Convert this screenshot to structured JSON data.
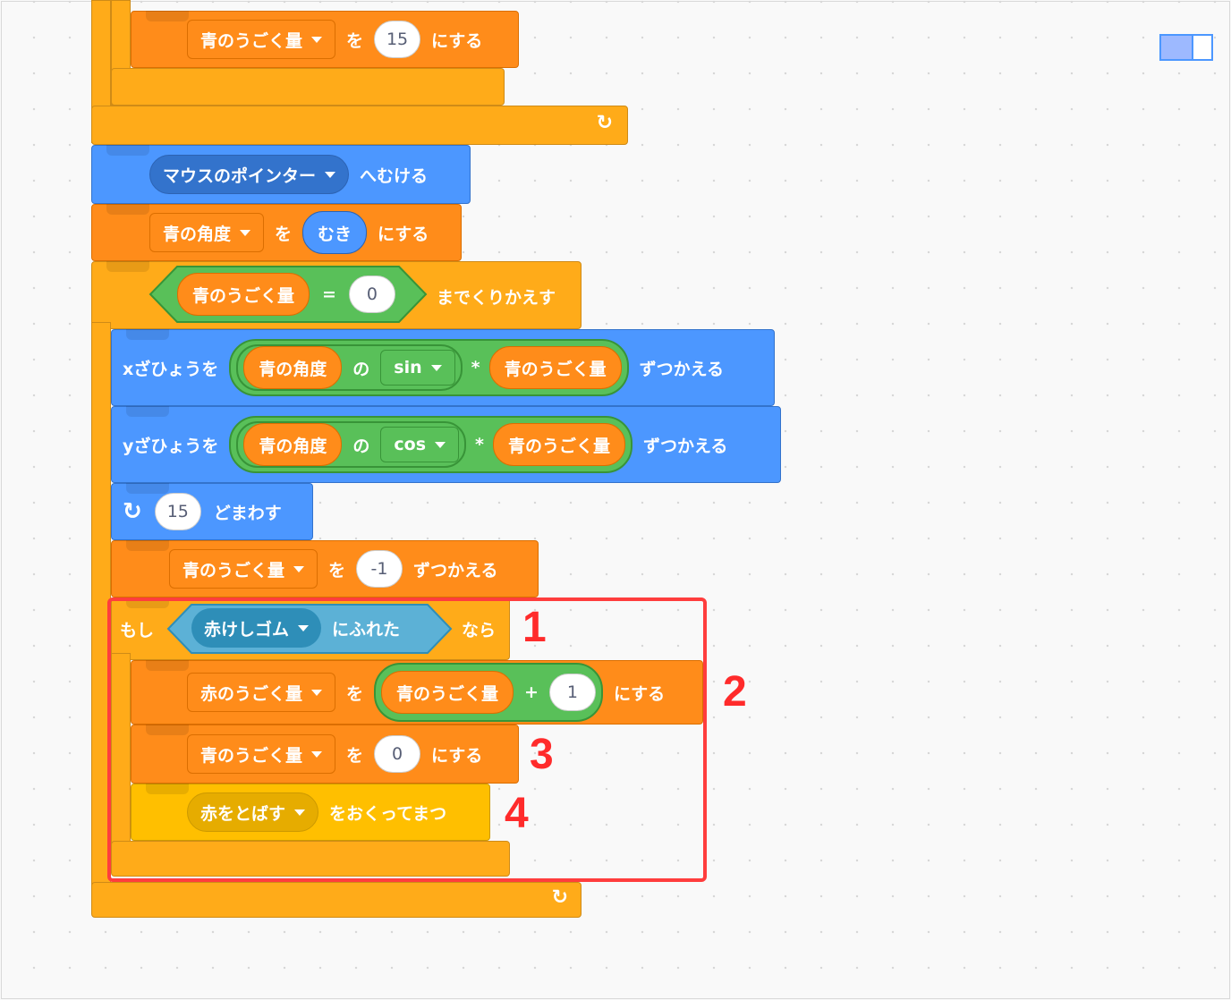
{
  "blocks": {
    "set_move_15": {
      "var": "青のうごく量",
      "to": "を",
      "value": "15",
      "suffix": "にする"
    },
    "point_towards": {
      "target": "マウスのポインター",
      "suffix": "へむける"
    },
    "set_angle": {
      "var": "青の角度",
      "to": "を",
      "reporter": "むき",
      "suffix": "にする"
    },
    "repeat_until": {
      "var": "青のうごく量",
      "op": "=",
      "value": "0",
      "suffix": "までくりかえす"
    },
    "change_x": {
      "prefix": "xざひょうを",
      "var": "青の角度",
      "of": "の",
      "func": "sin",
      "mul": "*",
      "var2": "青のうごく量",
      "suffix": "ずつかえる"
    },
    "change_y": {
      "prefix": "yざひょうを",
      "var": "青の角度",
      "of": "の",
      "func": "cos",
      "mul": "*",
      "var2": "青のうごく量",
      "suffix": "ずつかえる"
    },
    "turn": {
      "value": "15",
      "suffix": "どまわす"
    },
    "change_move": {
      "var": "青のうごく量",
      "to": "を",
      "value": "-1",
      "suffix": "ずつかえる"
    },
    "if_touching": {
      "prefix": "もし",
      "target": "赤けしゴム",
      "middle": "にふれた",
      "suffix": "なら"
    },
    "set_red_move": {
      "var": "赤のうごく量",
      "to": "を",
      "var2": "青のうごく量",
      "op": "+",
      "value": "1",
      "suffix": "にする"
    },
    "set_move_0": {
      "var": "青のうごく量",
      "to": "を",
      "value": "0",
      "suffix": "にする"
    },
    "broadcast_wait": {
      "message": "赤をとばす",
      "suffix": "をおくってまつ"
    }
  },
  "annotations": [
    "1",
    "2",
    "3",
    "4"
  ],
  "colors": {
    "motion": "#4c97ff",
    "variables": "#ff8c1a",
    "control": "#ffab19",
    "operators": "#59c059",
    "events": "#ffbf00",
    "sensing": "#5cb1d6",
    "highlight": "#ff3d3d"
  }
}
